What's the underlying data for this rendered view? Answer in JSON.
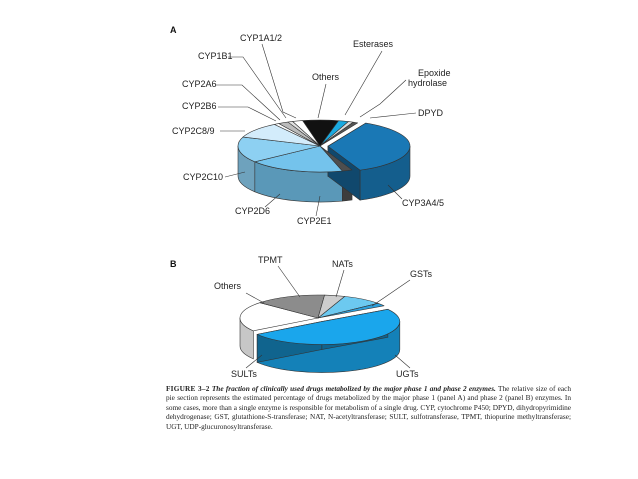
{
  "chart_data": [
    {
      "type": "pie",
      "panel": "A",
      "categories": [
        "Esterases",
        "Epoxide hydrolase",
        "DPYD",
        "CYP3A4/5",
        "CYP2E1",
        "CYP2D6",
        "CYP2C10",
        "CYP2C8/9",
        "CYP2B6",
        "CYP2A6",
        "CYP1B1",
        "CYP1A1/2",
        "Others"
      ],
      "values": [
        2,
        1,
        1,
        36,
        2,
        19,
        16,
        10,
        1,
        2,
        1,
        2,
        7
      ],
      "colors": [
        "#1aa9e0",
        "#dcdcdc",
        "#555555",
        "#1a78b5",
        "#4e4e4e",
        "#74c3ec",
        "#8dd0f2",
        "#d3ecfb",
        "#ffffff",
        "#bbbbbb",
        "#e0e0e0",
        "#ffffff",
        "#111111"
      ],
      "exploded": [
        "CYP3A4/5"
      ]
    },
    {
      "type": "pie",
      "panel": "B",
      "categories": [
        "NATs",
        "GSTs",
        "UGTs",
        "SULTs",
        "Others",
        "TPMT"
      ],
      "values": [
        8,
        2,
        47,
        20,
        14,
        4
      ],
      "colors": [
        "#6cc9f0",
        "#2a9fdc",
        "#1aa6ec",
        "#ffffff",
        "#8c8c8c",
        "#cdcdcd"
      ],
      "exploded": [
        "UGTs"
      ]
    }
  ],
  "caption": {
    "figure_label": "FIGURE 3–2",
    "title": "The fraction of clinically used drugs metabolized by the major phase 1 and phase 2 enzymes.",
    "text": "The relative size of each pie section represents the estimated percentage of drugs metabolized by the major phase 1 (panel A) and phase 2 (panel B) enzymes. In some cases, more than a single enzyme is responsible for metabolism of a single drug. CYP, cytochrome P450; DPYD, dihydropyrimidine dehydrogenase; GST, glutathione-S-transferase; NAT, N-acetyltransferase; SULT, sulfotransferase, TPMT, thiopurine methyltransferase; UGT, UDP-glucuronosyltransferase."
  }
}
